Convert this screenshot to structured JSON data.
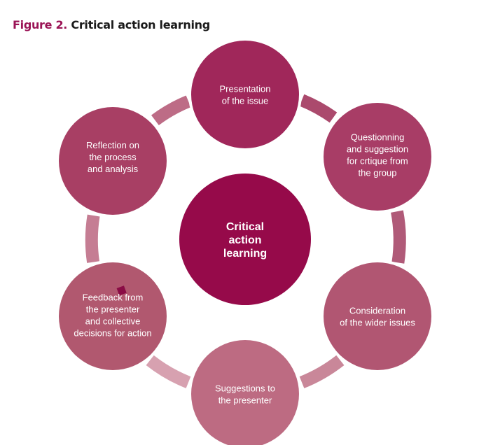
{
  "figure": {
    "label": "Figure 2.",
    "title": "Critical action learning",
    "label_color": "#9b1456"
  },
  "center": {
    "lines": [
      "Critical",
      "action",
      "learning"
    ],
    "color": "#960a4a"
  },
  "nodes": [
    {
      "id": "presentation",
      "lines": [
        "Presentation",
        "of the issue"
      ],
      "color": "#a0275a"
    },
    {
      "id": "questioning",
      "lines": [
        "Questionning",
        "and suggestion",
        "for crtique from",
        "the group"
      ],
      "color": "#a83d66"
    },
    {
      "id": "consideration",
      "lines": [
        "Consideration",
        "of the wider issues"
      ],
      "color": "#b15672"
    },
    {
      "id": "suggestions",
      "lines": [
        "Suggestions to",
        "the presenter"
      ],
      "color": "#bd6b82"
    },
    {
      "id": "feedback",
      "lines": [
        "Feedback from",
        "the presenter",
        "and collective",
        "decisions for action"
      ],
      "color": "#b1586f"
    },
    {
      "id": "reflection",
      "lines": [
        "Reflection on",
        "the process",
        "and analysis"
      ],
      "color": "#a83f64"
    }
  ],
  "connectors": [
    {
      "from": "presentation",
      "to": "questioning",
      "color": "#ab4a6d"
    },
    {
      "from": "questioning",
      "to": "consideration",
      "color": "#b05a78"
    },
    {
      "from": "consideration",
      "to": "suggestions",
      "color": "#c98799"
    },
    {
      "from": "suggestions",
      "to": "feedback",
      "color": "#d7a1b0"
    },
    {
      "from": "feedback",
      "to": "reflection",
      "color": "#c57d93"
    },
    {
      "from": "reflection",
      "to": "presentation",
      "color": "#bd6c86"
    }
  ]
}
